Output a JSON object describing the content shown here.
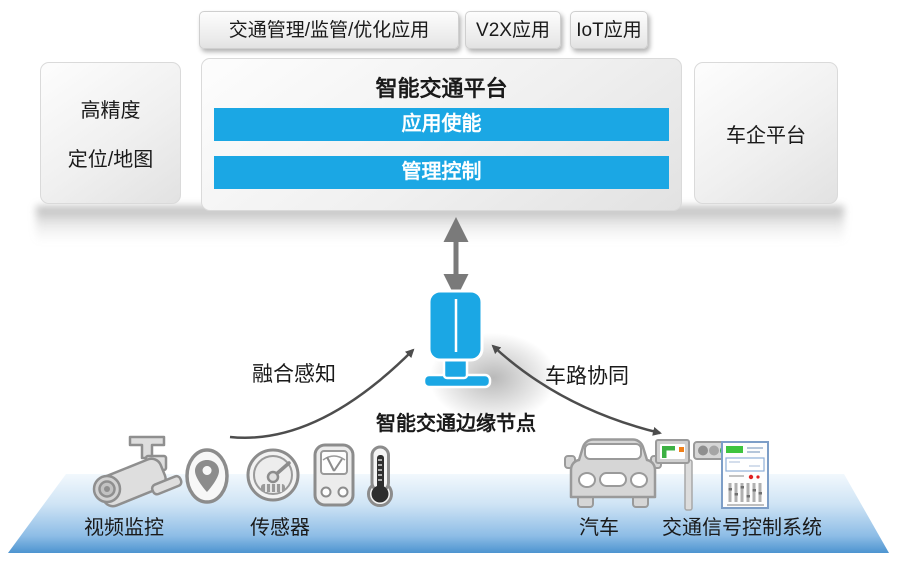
{
  "top_tabs": [
    {
      "label": "交通管理/监管/优化应用"
    },
    {
      "label": "V2X应用"
    },
    {
      "label": "IoT应用"
    }
  ],
  "left_box": {
    "line1": "高精度",
    "line2": "定位/地图"
  },
  "platform": {
    "title": "智能交通平台",
    "layers": [
      {
        "label": "应用使能"
      },
      {
        "label": "管理控制"
      }
    ]
  },
  "right_box": {
    "label": "车企平台"
  },
  "edge_node": {
    "icon": "edge-node-icon",
    "label": "智能交通边缘节点"
  },
  "flows": {
    "left": "融合感知",
    "right": "车路协同"
  },
  "bottom_left": {
    "camera": {
      "icon": "cctv-camera-icon",
      "label": "视频监控"
    },
    "sensors": {
      "icons": [
        "location-pin-icon",
        "gauge-icon",
        "multimeter-icon",
        "thermometer-icon"
      ],
      "label": "传感器"
    }
  },
  "bottom_right": {
    "car": {
      "icon": "car-icon",
      "label": "汽车"
    },
    "signal_system": {
      "icons": [
        "traffic-signal-icon",
        "control-cabinet-icon"
      ],
      "label": "交通信号控制系统"
    }
  },
  "colors": {
    "accent_blue": "#1BA7E4",
    "floor_top": "#F2F8FD",
    "floor_bottom": "#4D94D0",
    "arrow_gray": "#7A7A7A",
    "curve_arrow_gray": "#4D4D4D",
    "signal_green": "#3CB043",
    "signal_orange": "#F08019",
    "cabinet_green": "#3EC43E",
    "alert_red": "#E02020"
  }
}
